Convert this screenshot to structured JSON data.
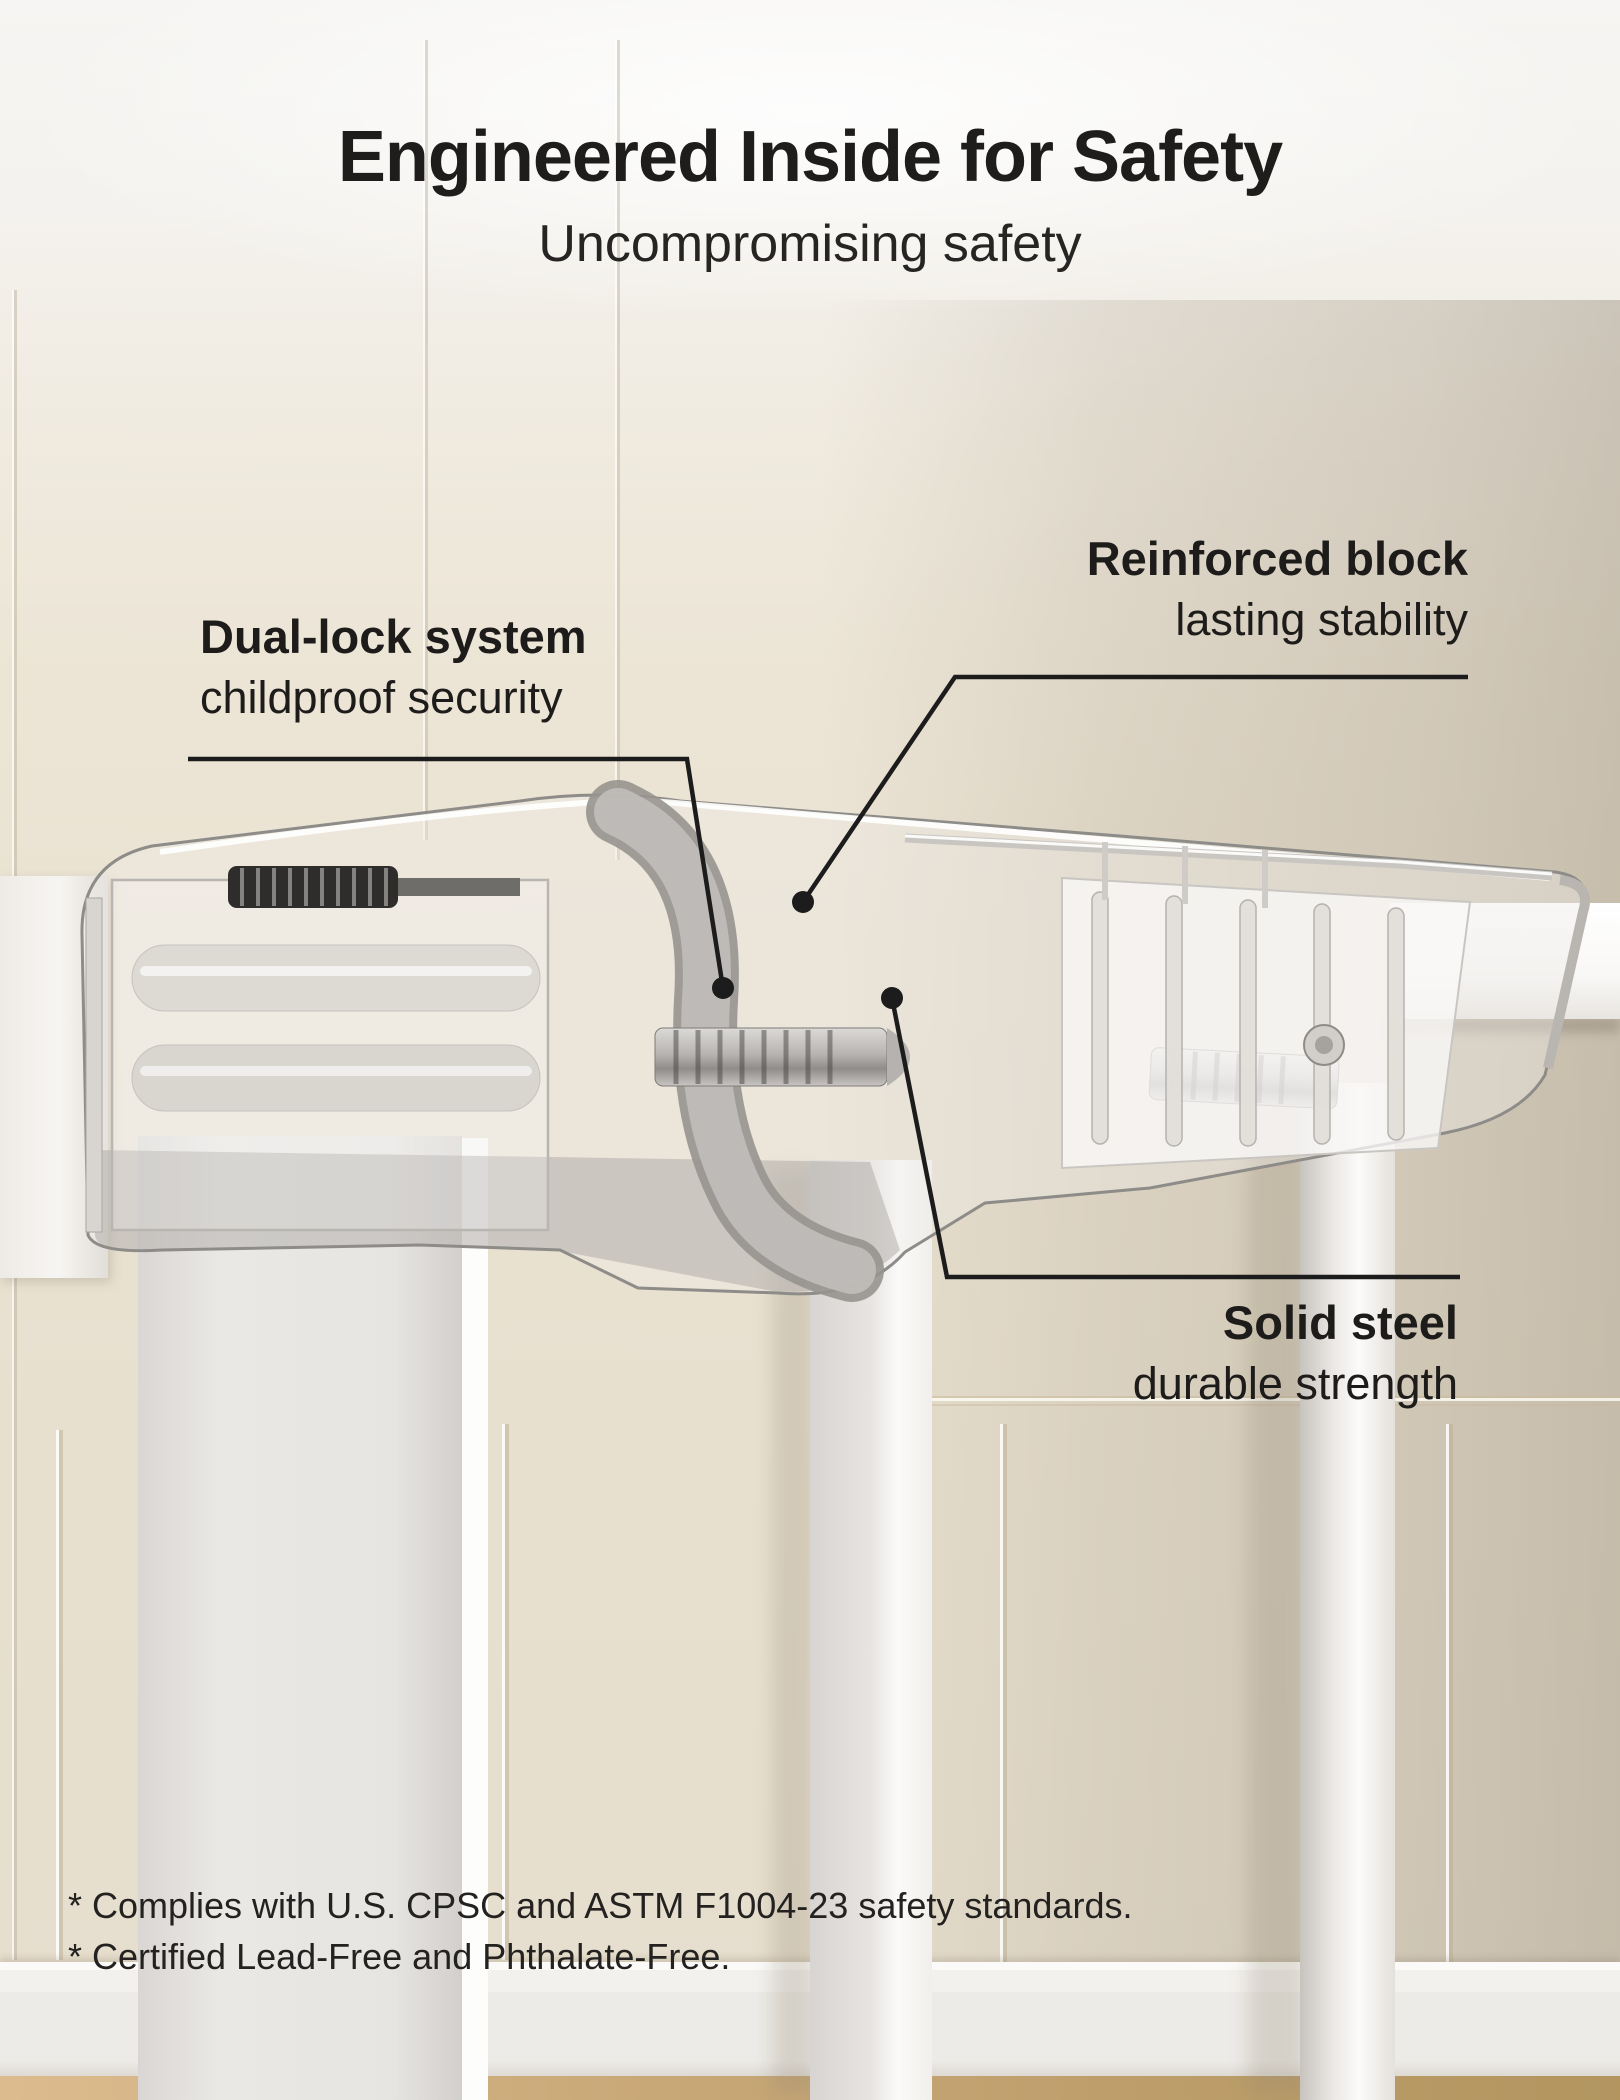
{
  "page": {
    "title": "Engineered Inside for Safety",
    "subtitle": "Uncompromising safety"
  },
  "callouts": [
    {
      "id": "dual-lock",
      "heading": "Dual-lock system",
      "sub": "childproof security",
      "align": "left"
    },
    {
      "id": "reinforced-block",
      "heading": "Reinforced block",
      "sub": "lasting stability",
      "align": "right"
    },
    {
      "id": "solid-steel",
      "heading": "Solid steel",
      "sub": "durable strength",
      "align": "right"
    }
  ],
  "footnotes": {
    "line1": "* Complies with U.S. CPSC and ASTM F1004-23 safety standards.",
    "line2": "* Certified Lead-Free and Phthalate-Free."
  },
  "scene": {
    "subject": "transparent x-ray render of baby gate auto-lock mechanism on white gate rail",
    "colors": {
      "text": "#1d1c1a",
      "callout_line": "#1c1c1c",
      "wall_cream": "#eae2d1",
      "wall_greige": "#d5cec1",
      "gate_white": "#fdfdfc",
      "floor_wood": "#c9a878"
    }
  }
}
